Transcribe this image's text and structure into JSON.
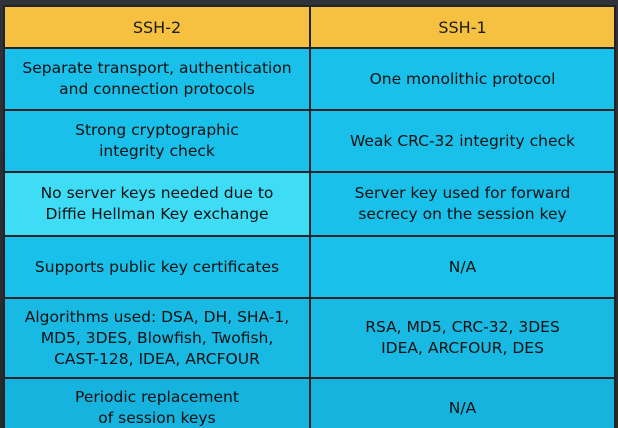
{
  "table": {
    "headers": [
      "SSH-2",
      "SSH-1"
    ],
    "rows": [
      {
        "ssh2": "Separate transport, authentication\nand connection protocols",
        "ssh1": "One monolithic protocol"
      },
      {
        "ssh2": "Strong cryptographic\nintegrity check",
        "ssh1": "Weak CRC-32 integrity check"
      },
      {
        "ssh2": "No server keys needed due to\nDiffie Hellman Key exchange",
        "ssh1": "Server key used for forward\nsecrecy on the session key"
      },
      {
        "ssh2": "Supports public key certificates",
        "ssh1": "N/A"
      },
      {
        "ssh2": "Algorithms used: DSA, DH, SHA-1,\nMD5, 3DES, Blowfish, Twofish,\nCAST-128, IDEA, ARCFOUR",
        "ssh1": "RSA, MD5, CRC-32, 3DES\nIDEA, ARCFOUR, DES"
      },
      {
        "ssh2": "Periodic replacement\nof session keys",
        "ssh1": "N/A"
      }
    ]
  },
  "colors": {
    "header_bg": "#f6c140",
    "cell_bg": "#19c0ea",
    "highlight_cell_bg": "#3fdcf6",
    "border": "#222428",
    "page_bg": "#2a2d33"
  }
}
